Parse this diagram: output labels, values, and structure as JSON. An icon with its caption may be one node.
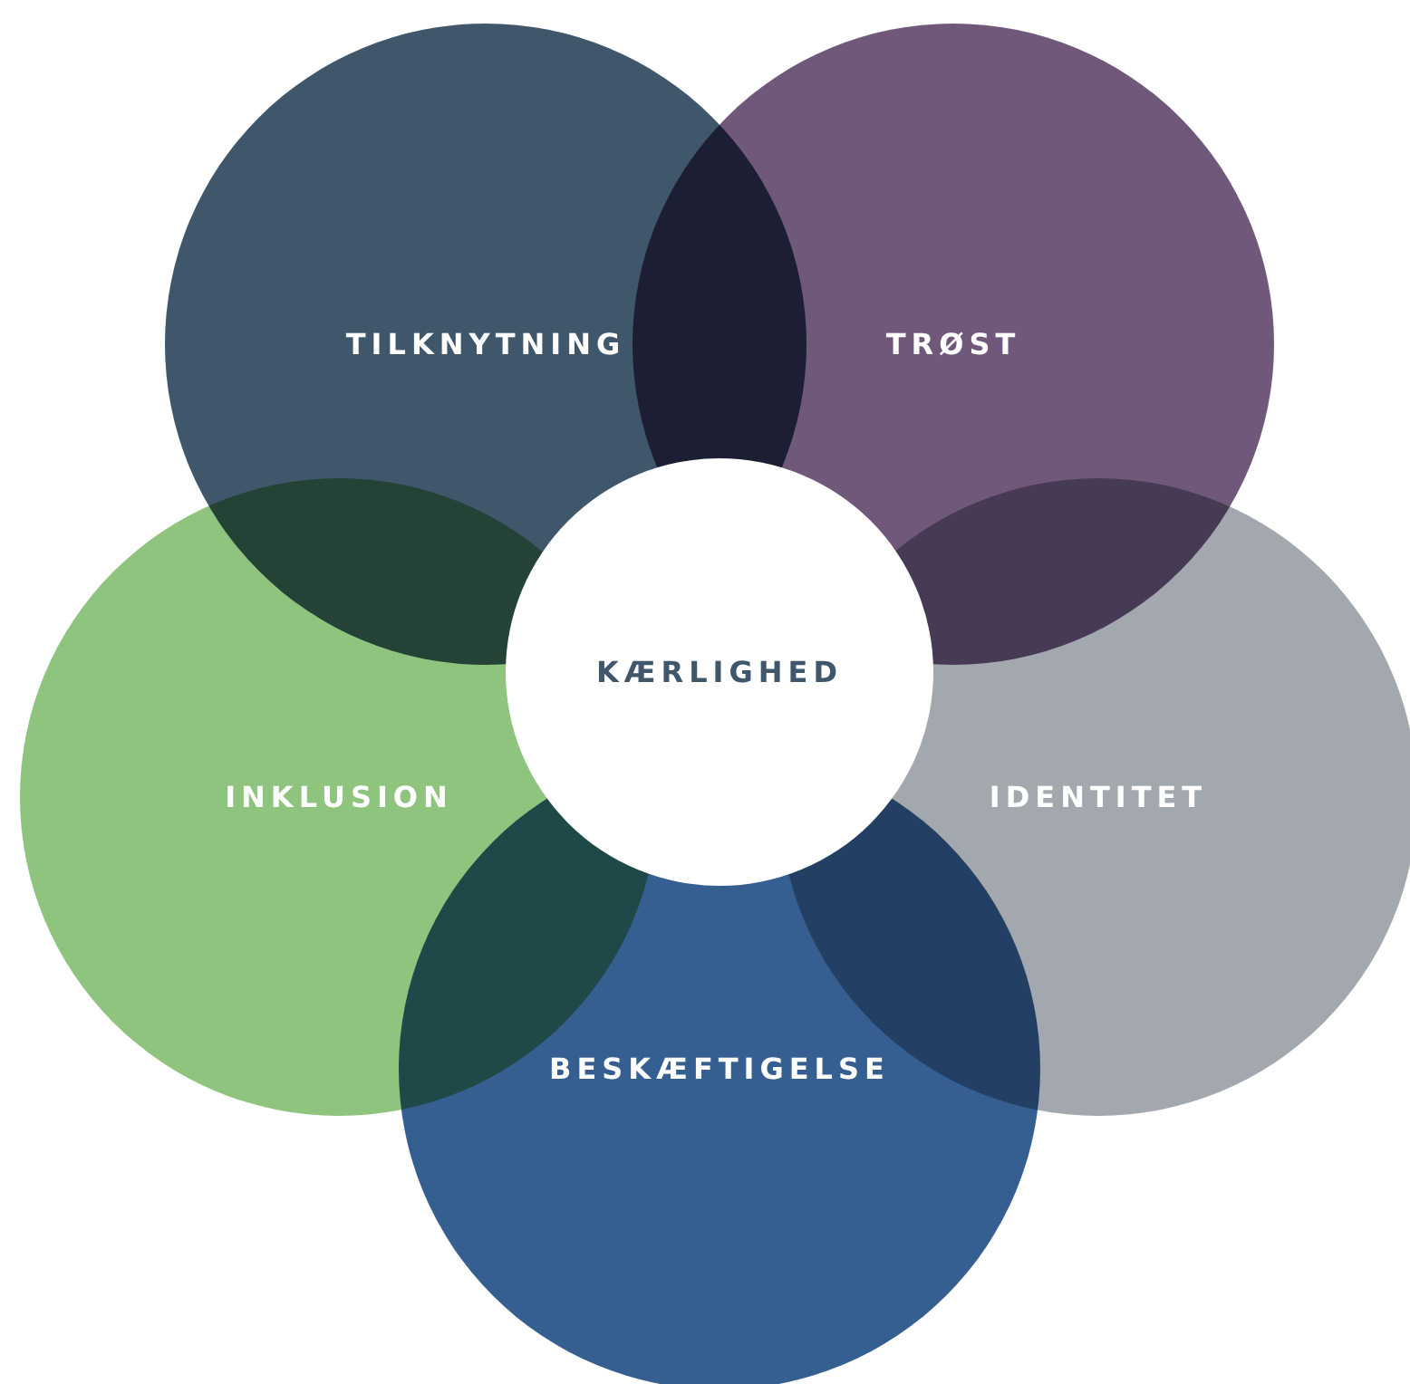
{
  "diagram": {
    "nodes": [
      {
        "text": [
          "TILKNYTNING"
        ]
      },
      {
        "text": [
          "TRØST"
        ]
      },
      {
        "text": [
          "KÆRLIGHED"
        ]
      },
      {
        "text": [
          "INKLUSION"
        ]
      },
      {
        "text": [
          "IDENTITET"
        ]
      },
      {
        "text": [
          "BESKÆFTIGELSE"
        ]
      }
    ]
  }
}
